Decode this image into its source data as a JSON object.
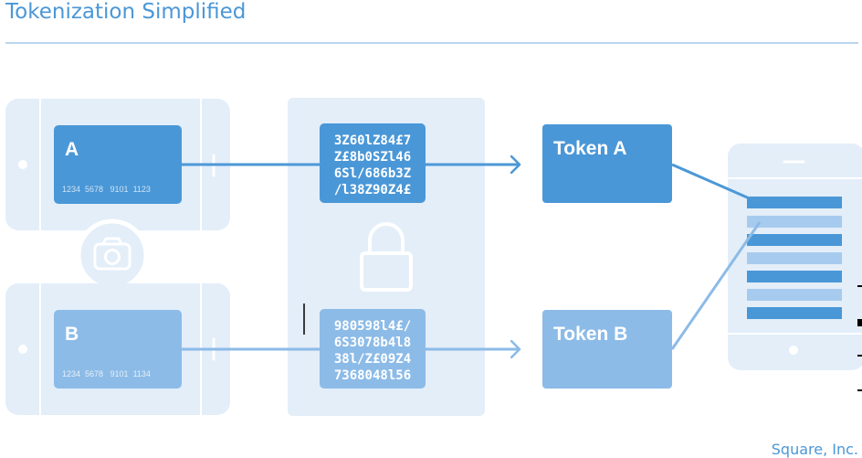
{
  "header": {
    "title": "Tokenization Simplified"
  },
  "card_a": {
    "letter": "A",
    "number": "1234  5678   9101  1123"
  },
  "card_b": {
    "letter": "B",
    "number": "1234  5678   9101  1134"
  },
  "encrypted_a": [
    "3Z60lZ84£7",
    "Z£8b0SZl46",
    "6Sl/686b3Z",
    "/l38Z90Z4£"
  ],
  "encrypted_b": [
    "980598l4£/",
    "6S3078b4l8",
    "38l/Z£09Z4",
    "7368048l56"
  ],
  "token_a": {
    "label": "Token A"
  },
  "token_b": {
    "label": "Token B"
  },
  "footer": {
    "credit": "Square, Inc."
  },
  "colors": {
    "title": "#4b97d6",
    "light_panel": "#e3eef9",
    "card_a": "#4a97d7",
    "card_b": "#8cbbe7",
    "line_a": "#4c98d6",
    "line_b": "#8cbbe7"
  },
  "icons": [
    "camera-icon",
    "padlock-icon",
    "phone-icon"
  ]
}
